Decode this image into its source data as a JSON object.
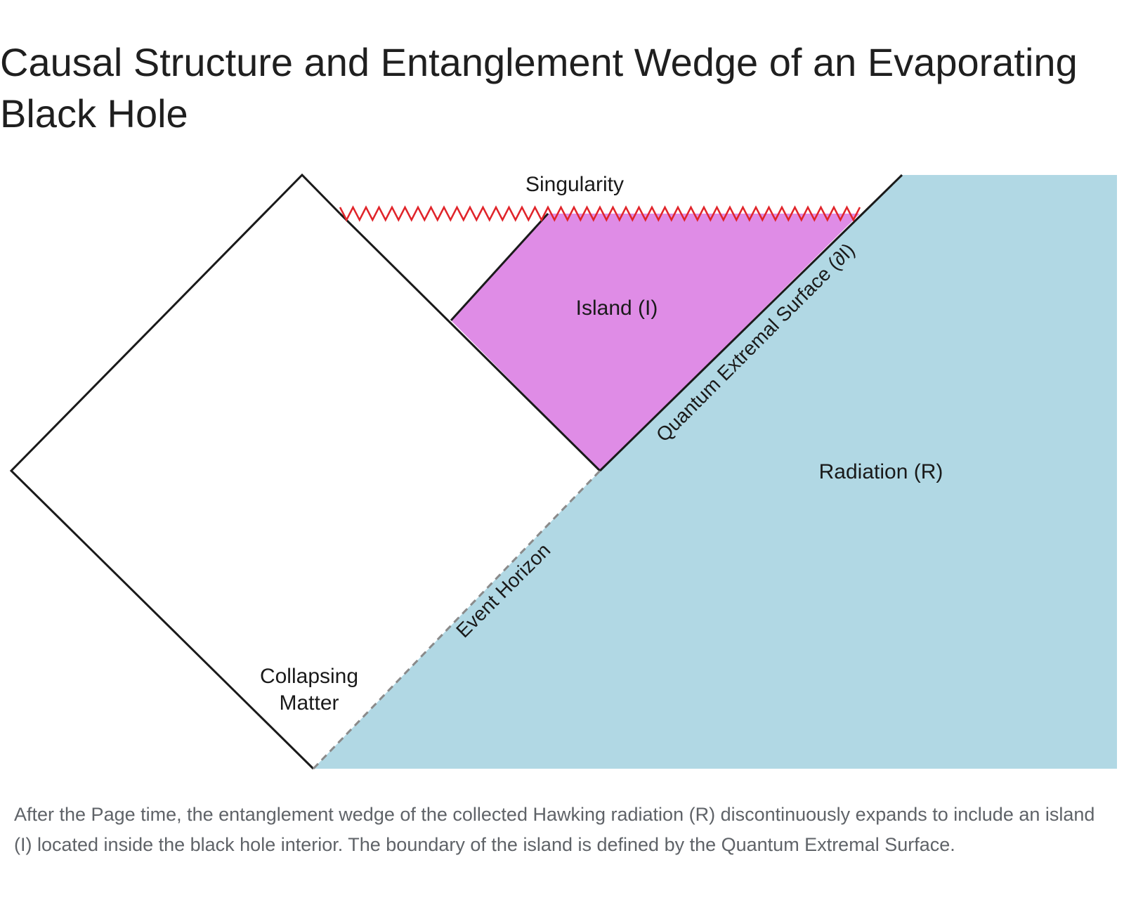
{
  "title": "Causal Structure and Entanglement Wedge of an Evaporating Black Hole",
  "diagram": {
    "labels": {
      "singularity": "Singularity",
      "island": "Island (I)",
      "qes": "Quantum Extremal Surface (∂I)",
      "radiation": "Radiation (R)",
      "event_horizon": "Event Horizon",
      "collapsing_matter_line1": "Collapsing",
      "collapsing_matter_line2": "Matter"
    },
    "colors": {
      "island_fill": "#df8ce6",
      "radiation_fill": "#b1d8e4",
      "singularity_line": "#e0242a",
      "boundary_line": "#1a1a1a",
      "event_horizon_line": "#8a8a8a"
    }
  },
  "caption": "After the Page time, the entanglement wedge of the collected Hawking radiation (R) discontinuously expands to include an island (I) located inside the black hole interior. The boundary of the island is defined by the Quantum Extremal Surface."
}
